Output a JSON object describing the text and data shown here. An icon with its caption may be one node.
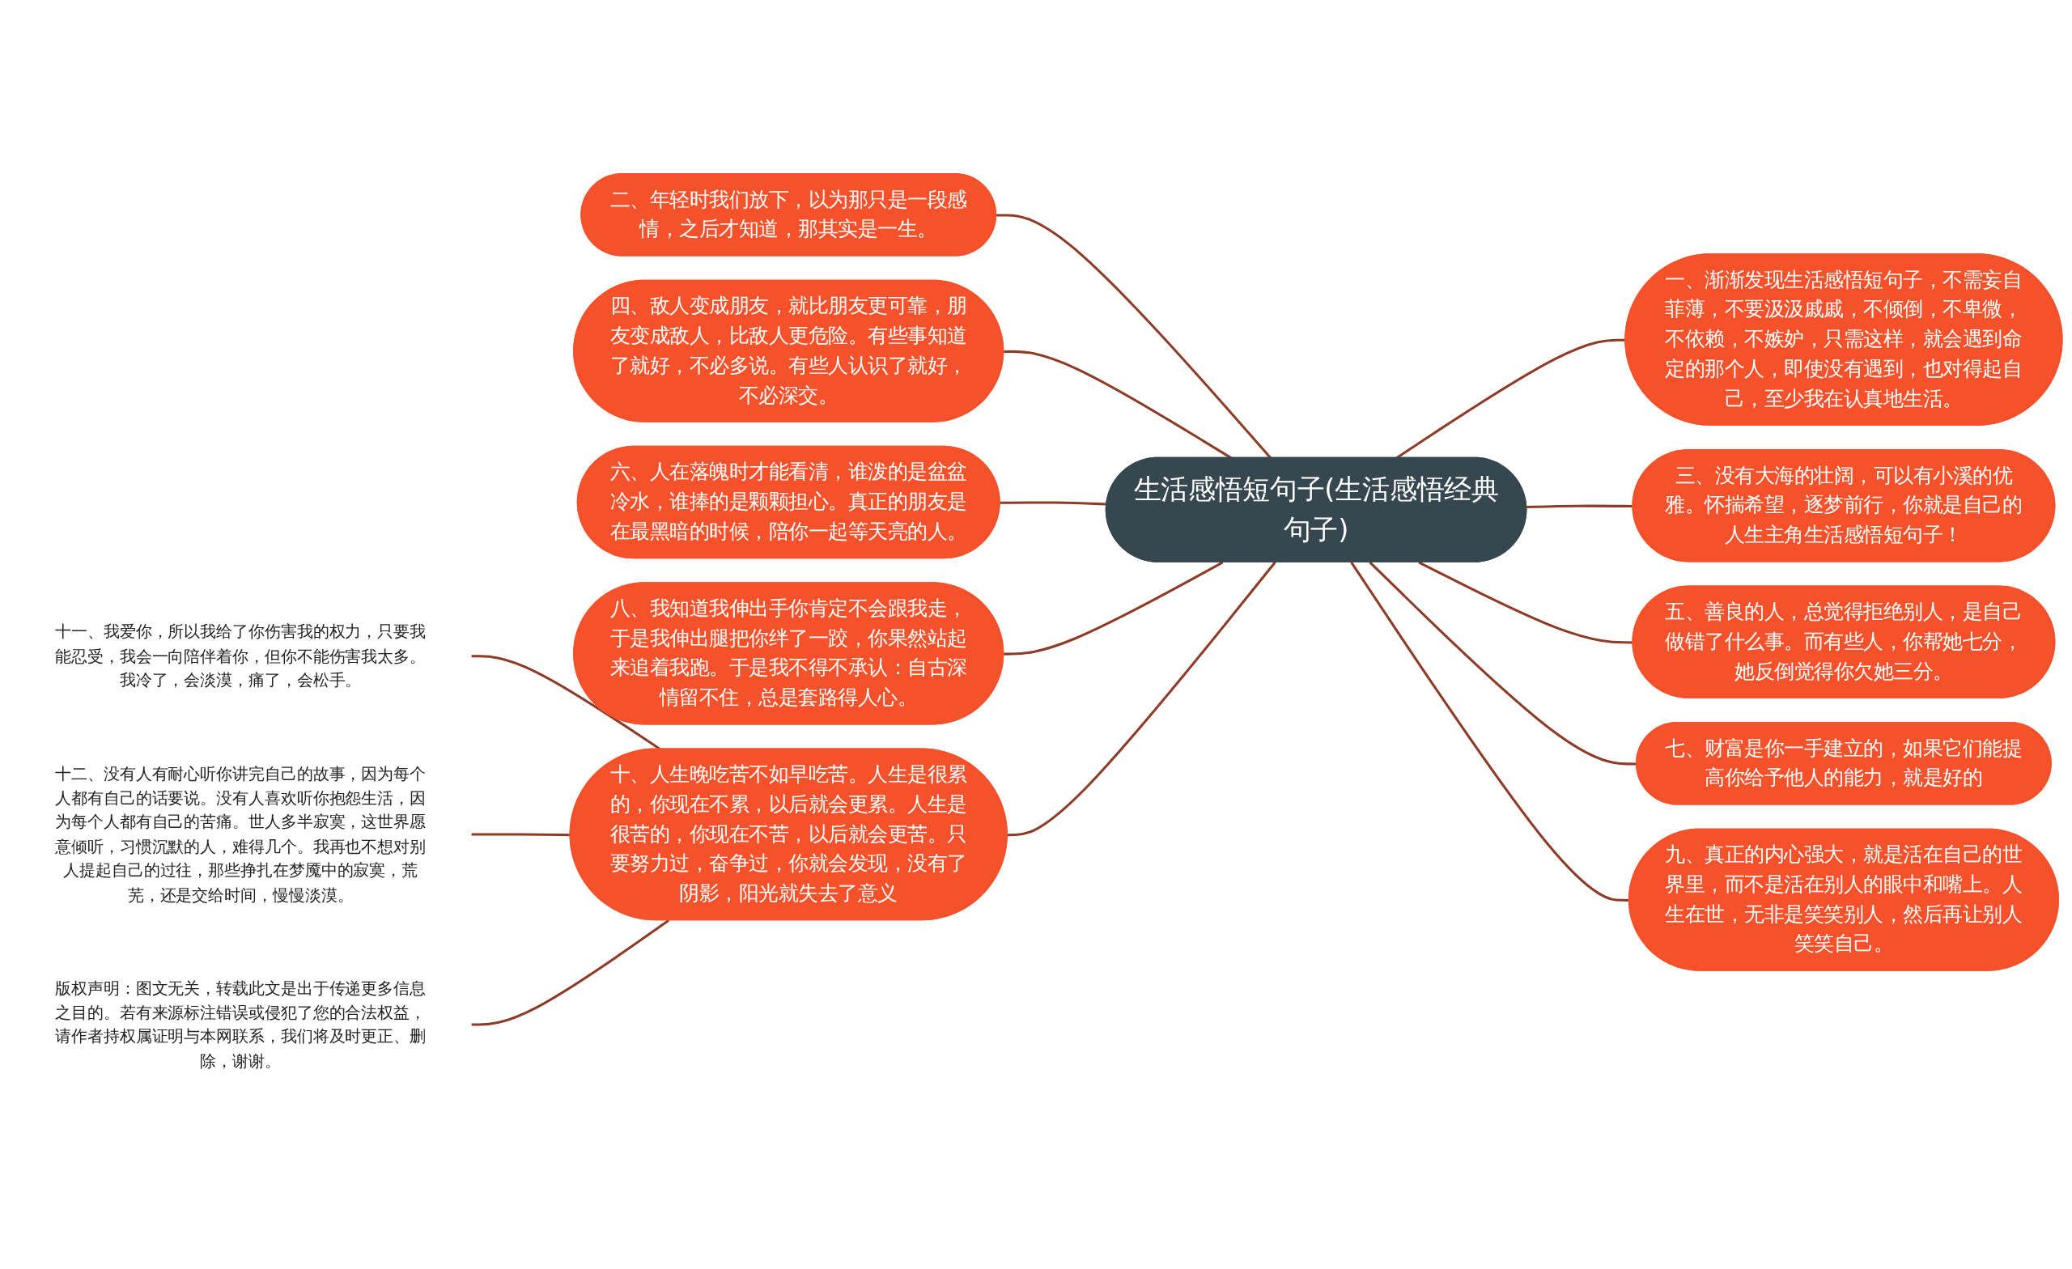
{
  "diagram": {
    "nodes": [
      {
        "text": [
          "生活感悟短句子(生活感悟经典句子)"
        ]
      },
      {
        "text": [
          "二、年轻时我们放下，以为那只是一段感情，之后才知道，那其实是一生。"
        ]
      },
      {
        "text": [
          "四、敌人变成朋友，就比朋友更可靠，朋友变成敌人，比敌人更危险。有些事知道了就好，不必多说。有些人认识了就好，不必深交。"
        ]
      },
      {
        "text": [
          "六、人在落魄时才能看清，谁泼的是盆盆冷水，谁捧的是颗颗担心。真正的朋友是在最黑暗的时候，陪你一起等天亮的人。"
        ]
      },
      {
        "text": [
          "八、我知道我伸出手你肯定不会跟我走，于是我伸出腿把你绊了一跤，你果然站起来追着我跑。于是我不得不承认：自古深情留不住，总是套路得人心。"
        ]
      },
      {
        "text": [
          "十、人生晚吃苦不如早吃苦。人生是很累的，你现在不累，以后就会更累。人生是很苦的，你现在不苦，以后就会更苦。只要努力过，奋争过，你就会发现，没有了阴影，阳光就失去了意义"
        ]
      },
      {
        "text": [
          "十一、我爱你，所以我给了你伤害我的权力，只要我能忍受，我会一向陪伴着你，但你不能伤害我太多。我冷了，会淡漠，痛了，会松手。"
        ]
      },
      {
        "text": [
          "十二、没有人有耐心听你讲完自己的故事，因为每个人都有自己的话要说。没有人喜欢听你抱怨生活，因为每个人都有自己的苦痛。世人多半寂寞，这世界愿意倾听，习惯沉默的人，难得几个。我再也不想对别人提起自己的过往，那些挣扎在梦魇中的寂寞，荒芜，还是交给时间，慢慢淡漠。"
        ]
      },
      {
        "text": [
          "版权声明：图文无关，转载此文是出于传递更多信息之目的。若有来源标注错误或侵犯了您的合法权益，请作者持权属证明与本网联系，我们将及时更正、删除，谢谢。"
        ]
      },
      {
        "text": [
          "一、渐渐发现生活感悟短句子，不需妄自菲薄，不要汲汲戚戚，不倾倒，不卑微，不依赖，不嫉妒，只需这样，就会遇到命定的那个人，即使没有遇到，也对得起自己，至少我在认真地生活。"
        ]
      },
      {
        "text": [
          "三、没有大海的壮阔，可以有小溪的优雅。怀揣希望，逐梦前行，你就是自己的人生主角生活感悟短句子！"
        ]
      },
      {
        "text": [
          "五、善良的人，总觉得拒绝别人，是自己做错了什么事。而有些人，你帮她七分，她反倒觉得你欠她三分。"
        ]
      },
      {
        "text": [
          "七、财富是你一手建立的，如果它们能提高你给予他人的能力，就是好的"
        ]
      },
      {
        "text": [
          "九、真正的内心强大，就是活在自己的世界里，而不是活在别人的眼中和嘴上。人生在世，无非是笑笑别人，然后再让别人笑笑自己。"
        ]
      }
    ],
    "edges": [
      {
        "from": 0,
        "to": 1,
        "arrow": "none"
      },
      {
        "from": 0,
        "to": 2,
        "arrow": "none"
      },
      {
        "from": 0,
        "to": 3,
        "arrow": "none"
      },
      {
        "from": 0,
        "to": 4,
        "arrow": "none"
      },
      {
        "from": 0,
        "to": 5,
        "arrow": "none"
      },
      {
        "from": 5,
        "to": 6,
        "arrow": "none"
      },
      {
        "from": 5,
        "to": 7,
        "arrow": "none"
      },
      {
        "from": 5,
        "to": 8,
        "arrow": "none"
      },
      {
        "from": 0,
        "to": 9,
        "arrow": "none"
      },
      {
        "from": 0,
        "to": 10,
        "arrow": "none"
      },
      {
        "from": 0,
        "to": 11,
        "arrow": "none"
      },
      {
        "from": 0,
        "to": 12,
        "arrow": "none"
      },
      {
        "from": 0,
        "to": 13,
        "arrow": "none"
      }
    ]
  }
}
